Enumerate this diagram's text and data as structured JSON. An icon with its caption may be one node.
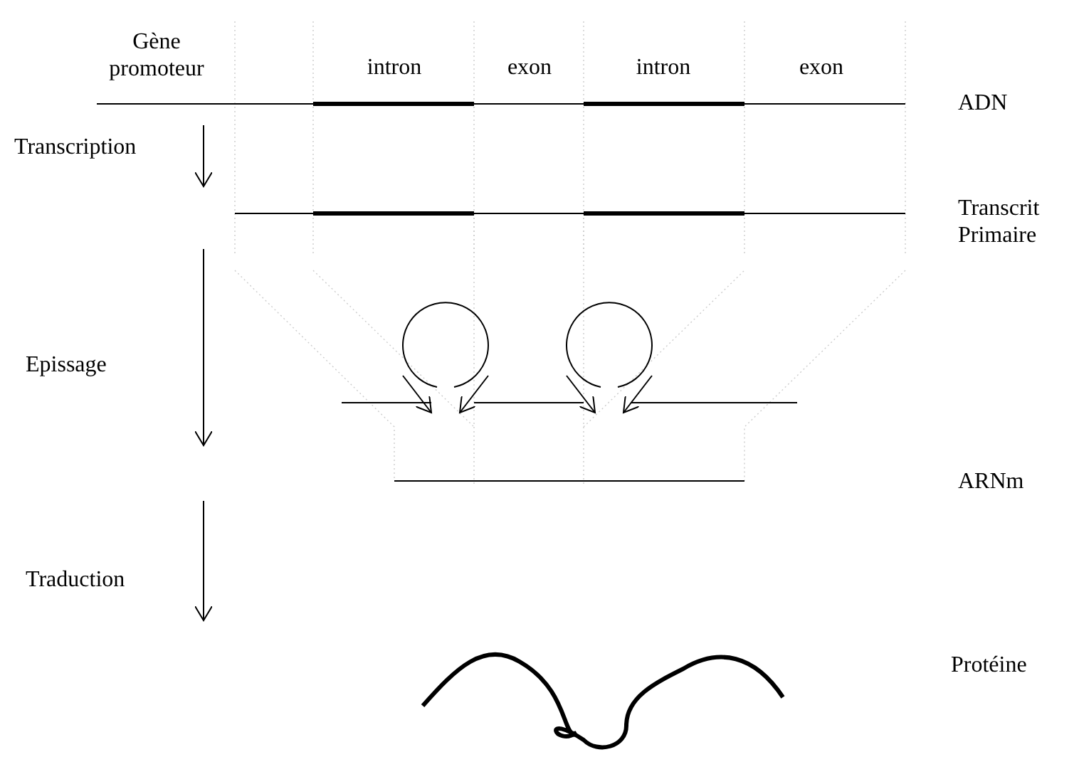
{
  "diagram": {
    "labels": [
      "Gène promoteur",
      "intron",
      "exon",
      "intron",
      "exon",
      "ADN",
      "Transcription",
      "Transcrit Primaire",
      "Epissage",
      "ARNm",
      "Traduction",
      "Protéine"
    ]
  }
}
